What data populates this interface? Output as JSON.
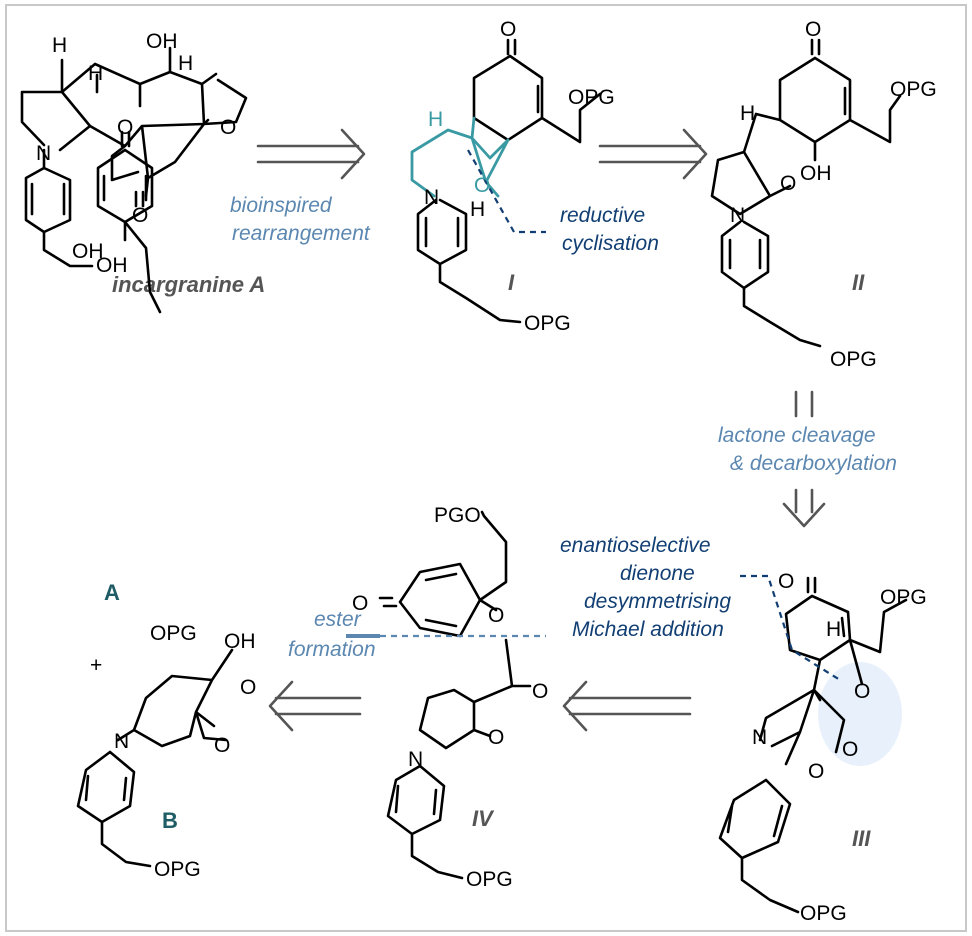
{
  "compounds": {
    "natural_product": {
      "name": "incargranine A"
    },
    "I": {
      "label": "I"
    },
    "II": {
      "label": "II"
    },
    "III": {
      "label": "III"
    },
    "IV": {
      "label": "IV"
    },
    "A": {
      "label": "A"
    },
    "B": {
      "label": "B"
    }
  },
  "atoms": {
    "H": "H",
    "OH": "OH",
    "O": "O",
    "N": "N",
    "OPG": "OPG",
    "PGO": "PGO",
    "plus": "+"
  },
  "steps": {
    "s1": {
      "line1": "bioinspired",
      "line2": "rearrangement"
    },
    "s1b": {
      "line1": "reductive",
      "line2": "cyclisation"
    },
    "s2": {
      "line1": "lactone cleavage",
      "line2": "& decarboxylation"
    },
    "s3": {
      "line1": "enantioselective",
      "line2": "dienone",
      "line3": "desymmetrising",
      "line4": "Michael addition"
    },
    "s4": {
      "line1": "ester",
      "line2": "formation"
    }
  },
  "colors": {
    "teal": "#3a9aa3",
    "navy": "#123f73",
    "steel_blue": "#5b87b0",
    "arrow_gray": "#555555",
    "frame": "#c8c8c8"
  }
}
